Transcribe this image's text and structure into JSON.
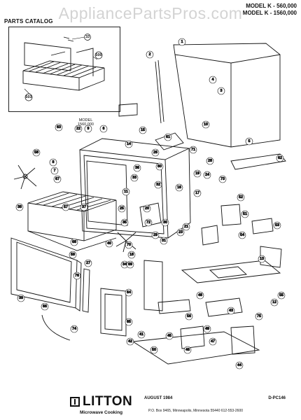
{
  "header": {
    "catalog_label": "PARTS CATALOG",
    "model_line_1": "MODEL K - 560,000",
    "model_line_2": "MODEL K - 1560,000"
  },
  "watermark": "AppliancePartsPros.com",
  "inset": {
    "caption_line_1": "MODEL",
    "caption_line_2": "1560,000",
    "part_numbers": [
      "33",
      "500",
      "503"
    ]
  },
  "part_numbers": [
    "1",
    "2",
    "3",
    "4",
    "5",
    "6",
    "7",
    "8",
    "9",
    "10",
    "11",
    "12",
    "13",
    "14",
    "15",
    "16",
    "17",
    "18",
    "19",
    "20",
    "21",
    "22",
    "23",
    "24",
    "25",
    "26",
    "27",
    "28",
    "29",
    "30",
    "31",
    "32",
    "33",
    "34",
    "35",
    "36",
    "37",
    "38",
    "39",
    "40",
    "41",
    "42",
    "43",
    "44",
    "45",
    "46",
    "47",
    "48",
    "49",
    "50",
    "51",
    "52",
    "53",
    "54",
    "55",
    "56",
    "57",
    "58",
    "59",
    "60",
    "61",
    "62",
    "63",
    "64",
    "65",
    "66",
    "67",
    "68",
    "69",
    "70",
    "71",
    "72",
    "73",
    "74",
    "75",
    "76"
  ],
  "footer": {
    "date": "AUGUST 1984",
    "code": "D-PC146",
    "logo_text": "LITTON",
    "logo_subtitle": "Microwave Cooking",
    "address": "P.O. Box 9465, Minneapolis, Minnesota 55440    612-553-2600"
  }
}
